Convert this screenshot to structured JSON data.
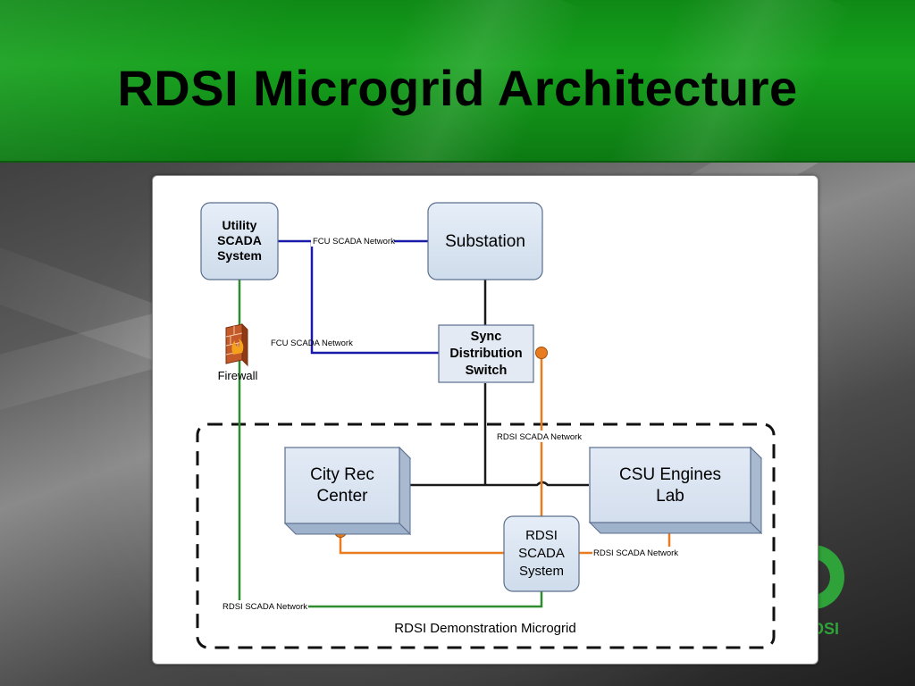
{
  "slide": {
    "title": "RDSI Microgrid Architecture",
    "logo_fragment": "DSI"
  },
  "diagram": {
    "nodes": {
      "utility_scada": [
        "Utility",
        "SCADA",
        "System"
      ],
      "substation": [
        "Substation"
      ],
      "sync_switch": [
        "Sync",
        "Distribution",
        "Switch"
      ],
      "firewall": [
        "Firewall"
      ],
      "city_rec": [
        "City Rec",
        "Center"
      ],
      "csu_engines": [
        "CSU Engines",
        "Lab"
      ],
      "rdsi_scada": [
        "RDSI",
        "SCADA",
        "System"
      ]
    },
    "labels": {
      "fcu_top": "FCU SCADA Network",
      "fcu_left": "FCU SCADA Network",
      "rdsi_vertical": "RDSI SCADA  Network",
      "rdsi_right": "RDSI SCADA Network",
      "rdsi_bottom": "RDSI SCADA Network",
      "microgrid": "RDSI Demonstration Microgrid"
    },
    "colors": {
      "fcu_network": "#1a1aa8",
      "rdsi_network": "#e87c1e",
      "utility_link": "#2e8b2e",
      "power_line": "#1a1a1a",
      "node_fill": "#dce6f2",
      "node_stroke": "#5a6e8c"
    }
  }
}
